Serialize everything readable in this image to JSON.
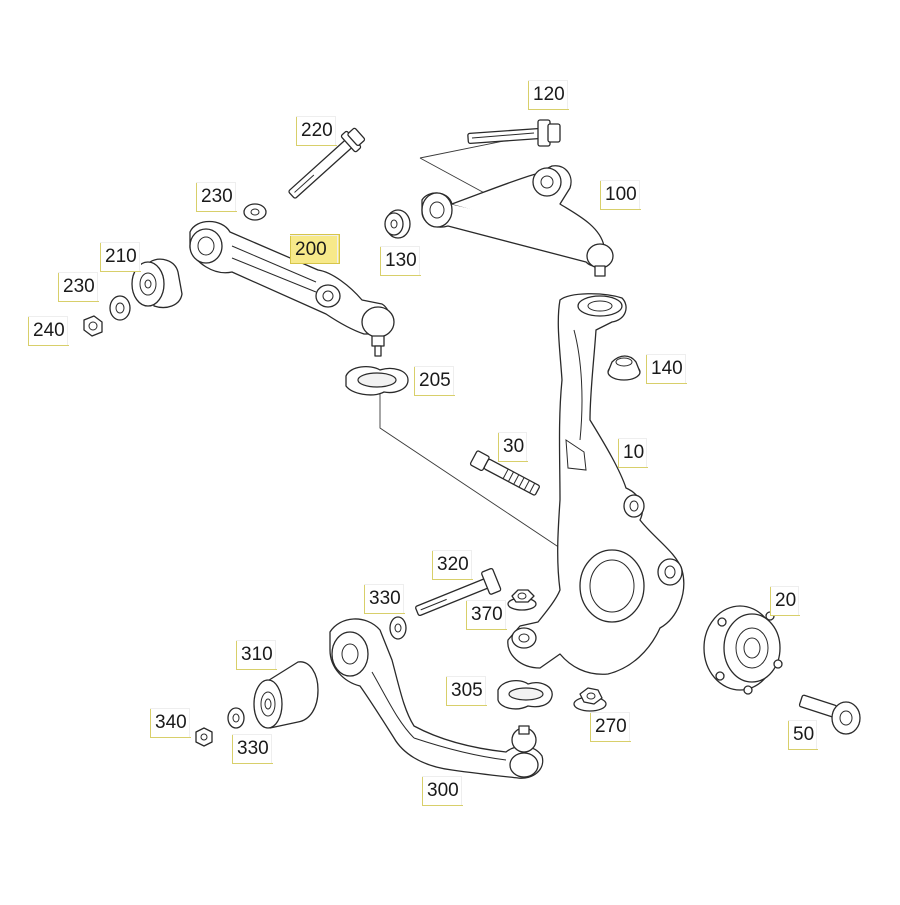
{
  "diagram": {
    "callouts": {
      "c10": "10",
      "c20": "20",
      "c30": "30",
      "c50": "50",
      "c100": "100",
      "c120": "120",
      "c130": "130",
      "c140": "140",
      "c200": "200",
      "c205": "205",
      "c210": "210",
      "c220": "220",
      "c230a": "230",
      "c230b": "230",
      "c240": "240",
      "c270": "270",
      "c300": "300",
      "c305": "305",
      "c310": "310",
      "c320": "320",
      "c330a": "330",
      "c330b": "330",
      "c340": "340",
      "c370": "370"
    },
    "highlighted_part": "200",
    "colors": {
      "highlight": "#f7e98a",
      "line": "#2a2a2a"
    }
  }
}
